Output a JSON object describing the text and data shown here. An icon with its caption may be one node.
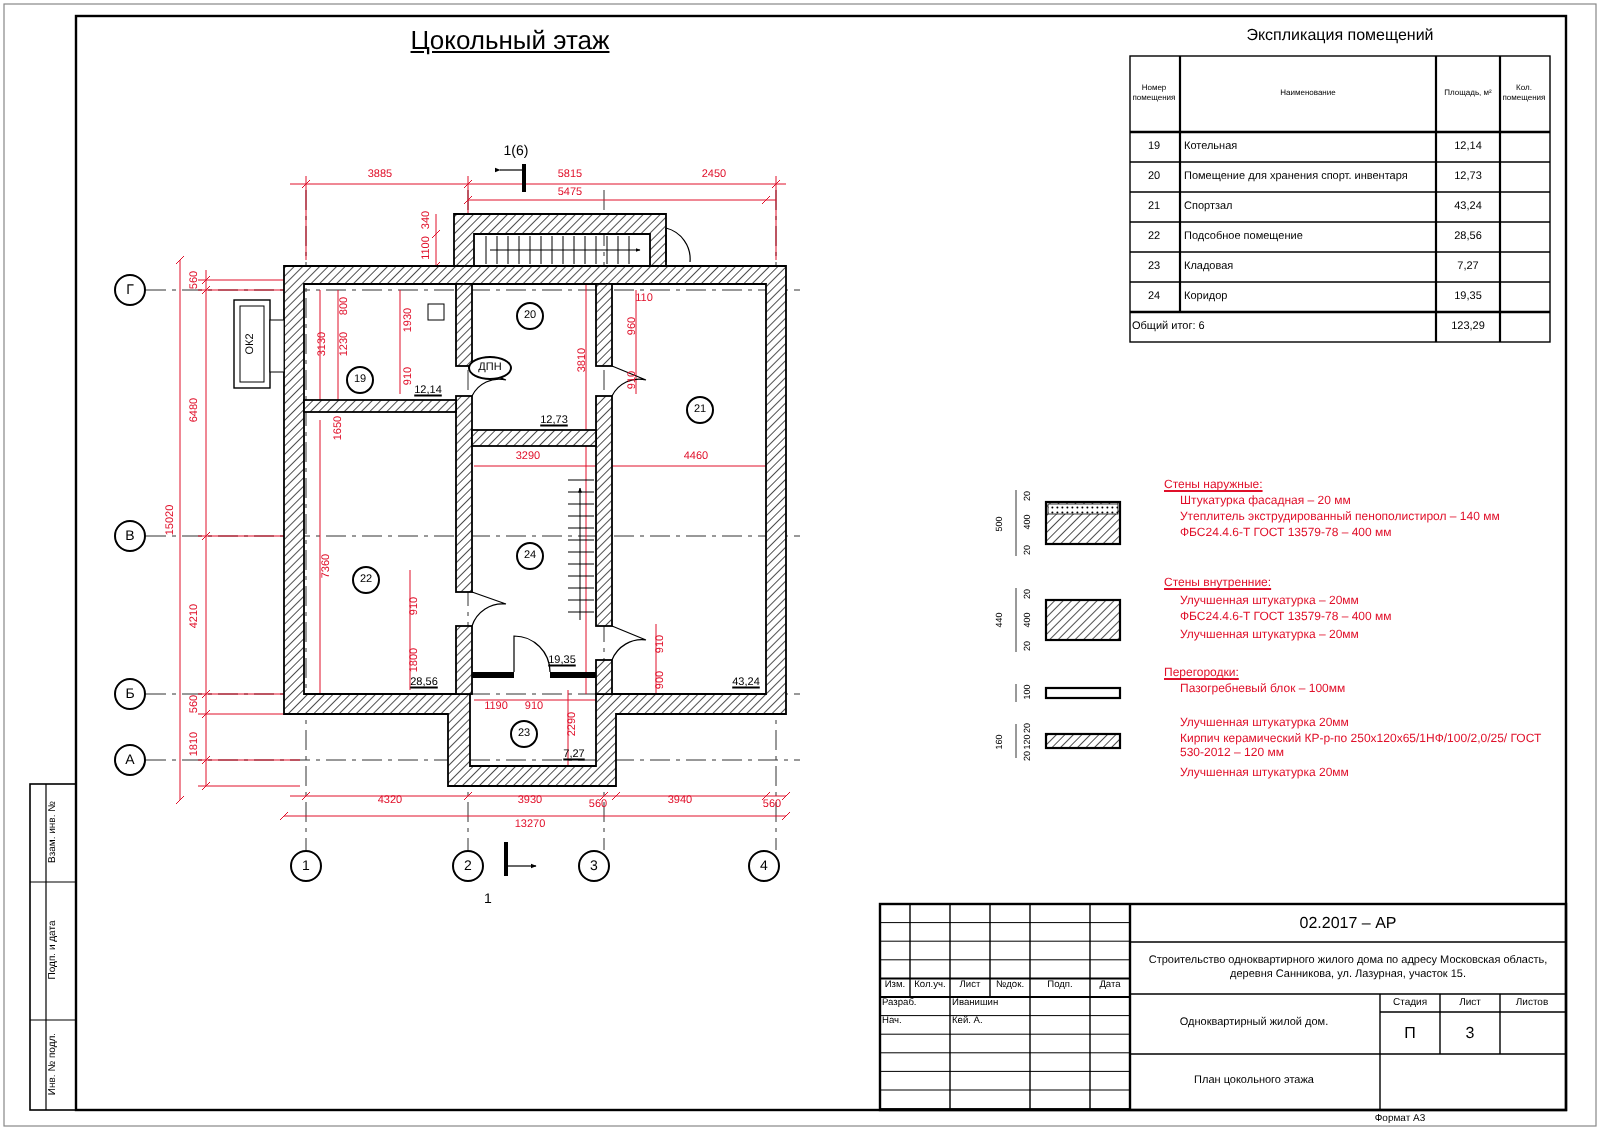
{
  "diagram": {
    "title": "Цокольный этаж",
    "nodes": [
      {
        "text": [
          "1"
        ]
      },
      {
        "text": [
          "2"
        ]
      },
      {
        "text": [
          "3"
        ]
      },
      {
        "text": [
          "4"
        ]
      },
      {
        "text": [
          "А"
        ]
      },
      {
        "text": [
          "Б"
        ]
      },
      {
        "text": [
          "В"
        ]
      },
      {
        "text": [
          "Г"
        ]
      },
      {
        "text": [
          "19"
        ]
      },
      {
        "text": [
          "20"
        ]
      },
      {
        "text": [
          "ДПН"
        ]
      },
      {
        "text": [
          "21"
        ]
      },
      {
        "text": [
          "22"
        ]
      },
      {
        "text": [
          "24"
        ]
      },
      {
        "text": [
          "23"
        ]
      }
    ],
    "labels": [
      "1(6)",
      "1",
      "3885",
      "5815",
      "5475",
      "2450",
      "340",
      "1100",
      "15020",
      "560",
      "6480",
      "4210",
      "560",
      "1810",
      "3130",
      "800",
      "1230",
      "1930",
      "910",
      "12,14",
      "3810",
      "110",
      "960",
      "910",
      "12,73",
      "3290",
      "4460",
      "1650",
      "7360",
      "910",
      "1800",
      "28,56",
      "19,35",
      "910",
      "900",
      "43,24",
      "1190",
      "910",
      "2290",
      "7,27",
      "4320",
      "3930",
      "560",
      "3940",
      "560",
      "13270",
      "ОК2",
      "Экспликация помещений",
      "Номер помещения",
      "Наименование",
      "Площадь, м²",
      "Кол. помещения",
      "19",
      "Котельная",
      "12,14",
      "20",
      "Помещение для хранения спорт. инвентаря",
      "12,73",
      "21",
      "Спортзал",
      "43,24",
      "22",
      "Подсобное помещение",
      "28,56",
      "23",
      "Кладовая",
      "7,27",
      "24",
      "Коридор",
      "19,35",
      "Общий итог: 6",
      "123,29",
      "Стены наружные:",
      "Штукатурка фасадная – 20 мм",
      "Утеплитель экструдированный пенополистирол – 140 мм",
      "ФБС24.4.6-Т ГОСТ 13579-78 – 400 мм",
      "Стены внутренние:",
      "Улучшенная штукатурка – 20мм",
      "ФБС24.4.6-Т ГОСТ 13579-78 – 400 мм",
      "Улучшенная штукатурка – 20мм",
      "Перегородки:",
      "Пазогребневый блок – 100мм",
      "Улучшенная штукатурка 20мм",
      "Кирпич керамический КР-р-по 250х120х65/1НФ/100/2,0/25/ ГОСТ 530-2012 – 120 мм",
      "Улучшенная штукатурка 20мм",
      "500",
      "20",
      "400",
      "20",
      "440",
      "20",
      "400",
      "20",
      "100",
      "160",
      "20",
      "120",
      "20",
      "Изм.",
      "Кол.уч.",
      "Лист",
      "№док.",
      "Подп.",
      "Дата",
      "Разраб.",
      "Иванишин",
      "Нач.",
      "Кей. А.",
      "02.2017 – АР",
      "Строительство одноквартирного жилого дома по адресу Московская область, деревня Санникова, ул. Лазурная, участок 15.",
      "Одноквартирный жилой дом.",
      "Стадия",
      "Лист",
      "Листов",
      "П",
      "3",
      "План цокольного этажа",
      "Формат А3",
      "Взам. инв. №",
      "Подп. и дата",
      "Инв. № подл."
    ]
  }
}
